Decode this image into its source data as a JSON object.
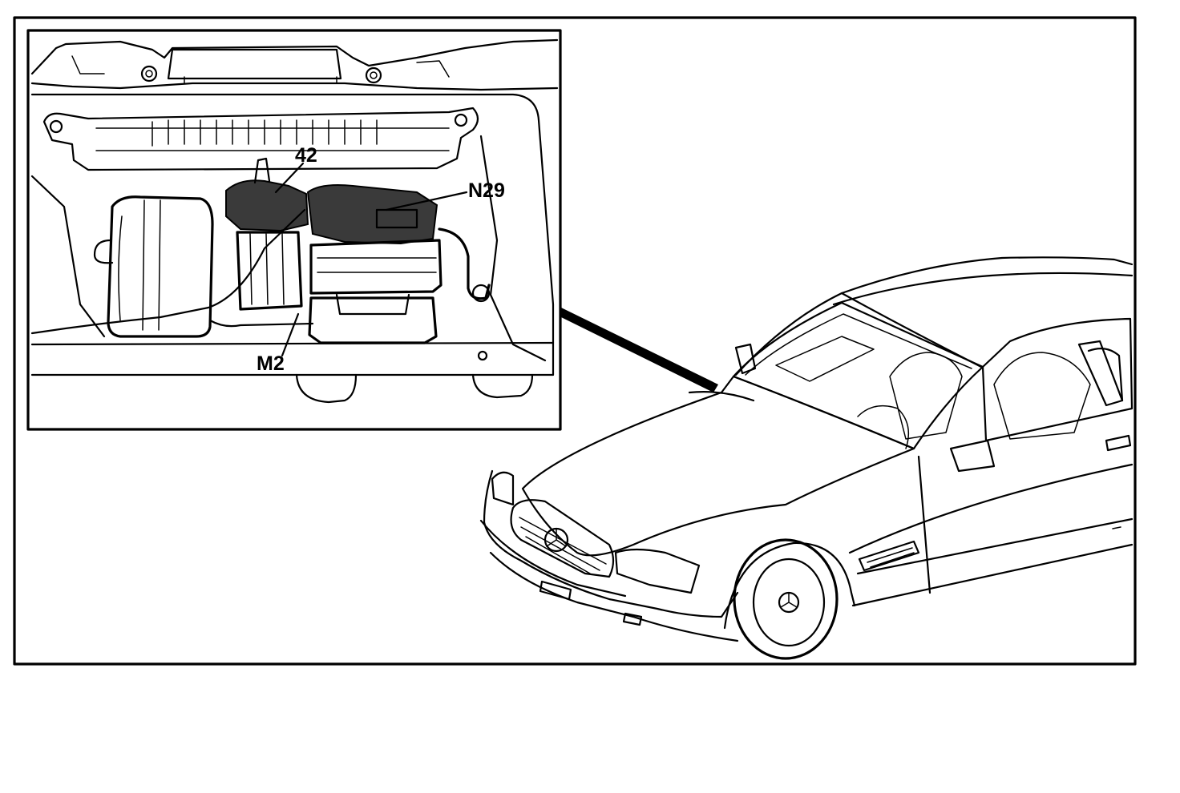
{
  "callouts": {
    "label_42": "42",
    "label_n29": "N29",
    "label_m2": "M2"
  },
  "colors": {
    "ink": "#000000",
    "paper": "#ffffff",
    "shade": "#3a3a3a"
  }
}
